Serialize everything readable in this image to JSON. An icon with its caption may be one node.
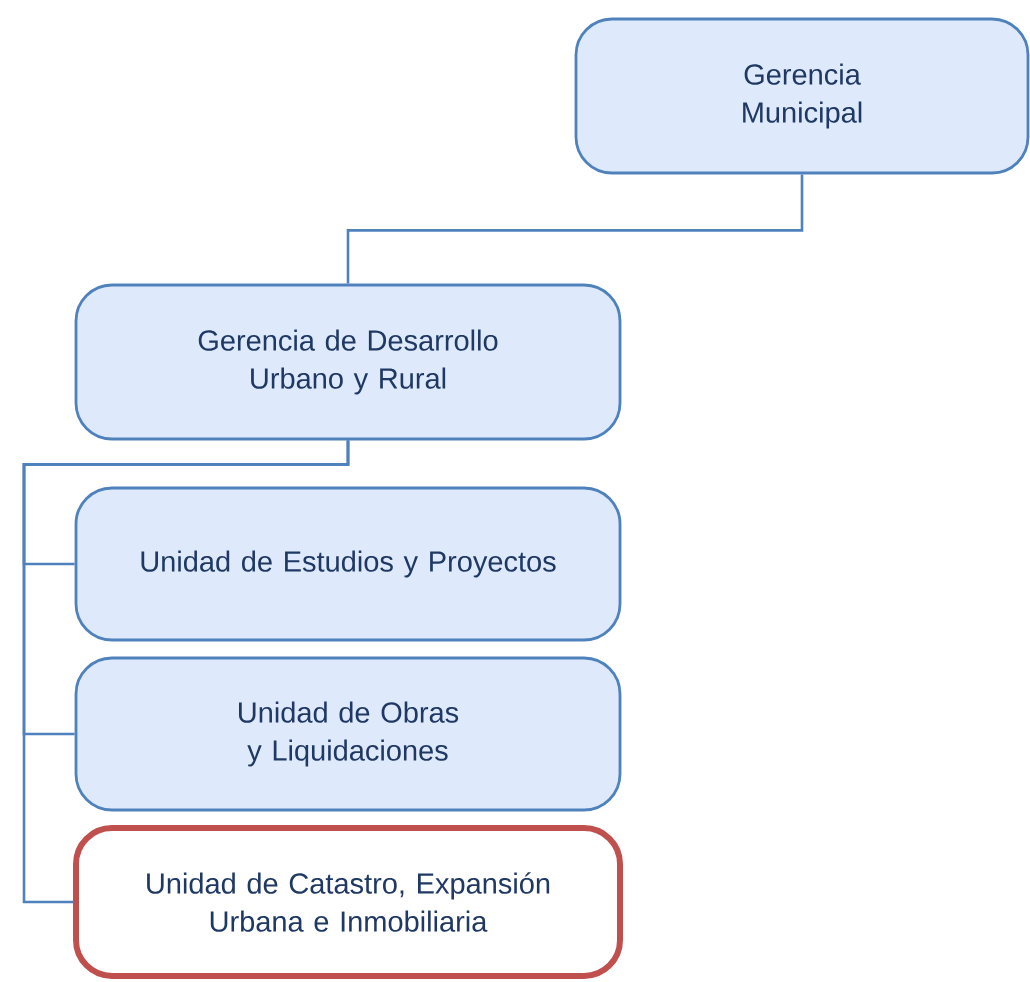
{
  "diagram": {
    "nodes": [
      {
        "text": [
          "Gerencia Municipal"
        ]
      },
      {
        "text": [
          "Gerencia de Desarrollo Urbano y Rural"
        ]
      },
      {
        "text": [
          "Unidad de Estudios y Proyectos"
        ]
      },
      {
        "text": [
          "Unidad de Obras y Liquidaciones"
        ]
      },
      {
        "text": [
          "Unidad de Catastro, Expansión Urbana e Inmobiliaria"
        ]
      }
    ],
    "edges": [
      {
        "from": 0,
        "to": 1,
        "arrow": "none"
      },
      {
        "from": 1,
        "to": 2,
        "arrow": "none"
      },
      {
        "from": 1,
        "to": 3,
        "arrow": "none"
      },
      {
        "from": 1,
        "to": 4,
        "arrow": "none"
      }
    ]
  }
}
